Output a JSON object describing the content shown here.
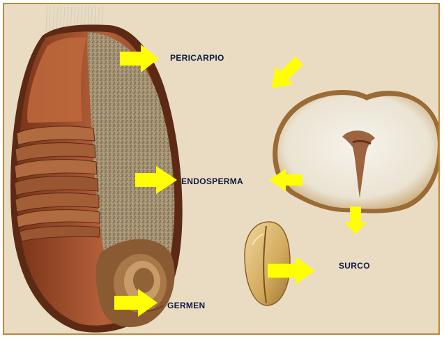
{
  "labels": {
    "pericarpio": "PERICARPIO",
    "endosperma": "ENDOSPERMA",
    "germen": "GERMEN",
    "surco": "SURCO"
  },
  "colors": {
    "background": "#e9dcc3",
    "border": "#b8893b",
    "arrow": "#ffff00",
    "label_text": "#101a40",
    "pericarp": "#a5502a",
    "endosperm_texture": "#9c8a6a",
    "cross_section_interior": "#f3efe6",
    "whole_seed": "#d8b46a"
  },
  "icons": {
    "arrow": "arrow-right-icon"
  }
}
